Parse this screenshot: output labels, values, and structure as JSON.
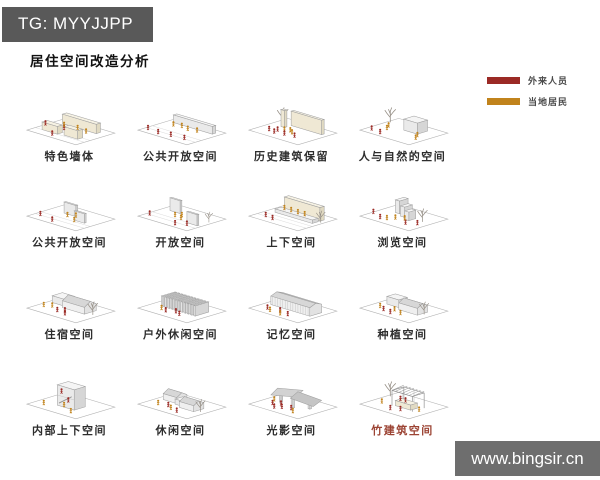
{
  "header": {
    "badge_text": "TG: MYYJJPP"
  },
  "title": "居住空间改造分析",
  "legend": {
    "items": [
      {
        "label": "外来人员",
        "color": "#9b2a25"
      },
      {
        "label": "当地居民",
        "color": "#c1831c"
      }
    ]
  },
  "figure_colors": {
    "visitor": "#9b2a25",
    "resident": "#c1831c"
  },
  "grid": {
    "rows": 4,
    "cols": 4,
    "items": [
      {
        "label": "特色墙体",
        "variant": "feature-walls"
      },
      {
        "label": "公共开放空间",
        "variant": "public-open-lowwall"
      },
      {
        "label": "历史建筑保留",
        "variant": "historic-portal"
      },
      {
        "label": "人与自然的空间",
        "variant": "nature-box"
      },
      {
        "label": "公共开放空间",
        "variant": "two-panels"
      },
      {
        "label": "开放空间",
        "variant": "side-panels"
      },
      {
        "label": "上下空间",
        "variant": "wall-platform"
      },
      {
        "label": "浏览空间",
        "variant": "browse-slabs"
      },
      {
        "label": "住宿空间",
        "variant": "lodging-gable"
      },
      {
        "label": "户外休闲空间",
        "variant": "slat-roof"
      },
      {
        "label": "记忆空间",
        "variant": "memory-slats"
      },
      {
        "label": "种植空间",
        "variant": "planting"
      },
      {
        "label": "内部上下空间",
        "variant": "section-levels"
      },
      {
        "label": "休闲空间",
        "variant": "leisure-gables"
      },
      {
        "label": "光影空间",
        "variant": "light-shadow"
      },
      {
        "label": "竹建筑空间",
        "variant": "bamboo-frame",
        "label_color": "#9c4434"
      }
    ]
  },
  "watermark": {
    "text": "www.bingsir.cn"
  }
}
